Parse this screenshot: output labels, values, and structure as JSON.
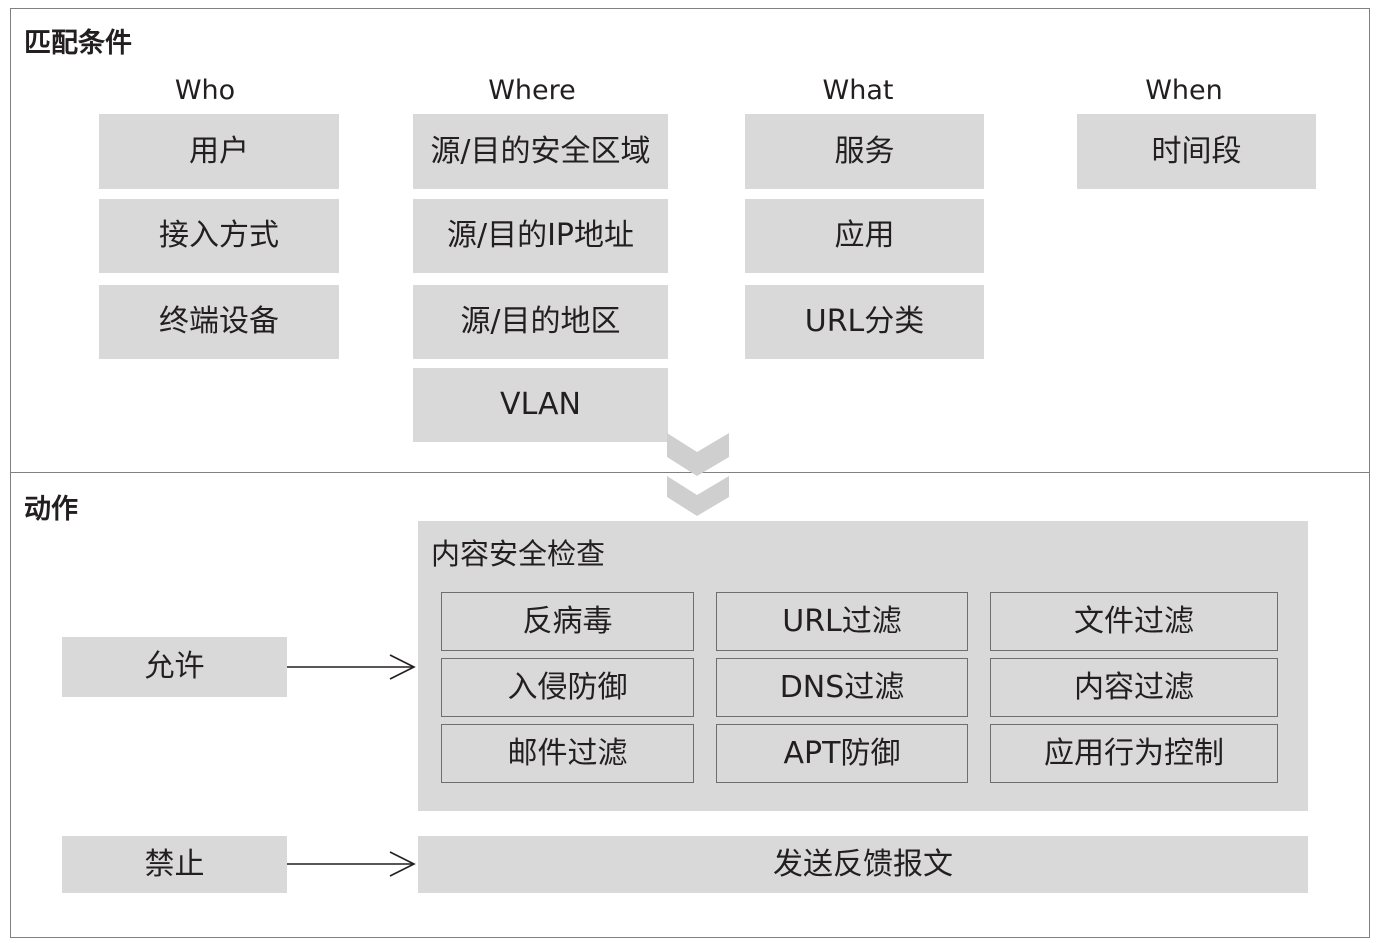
{
  "match": {
    "title": "匹配条件",
    "columns": [
      {
        "header": "Who",
        "items": [
          "用户",
          "接入方式",
          "终端设备"
        ]
      },
      {
        "header": "Where",
        "items": [
          "源/目的安全区域",
          "源/目的IP地址",
          "源/目的地区",
          "VLAN"
        ]
      },
      {
        "header": "What",
        "items": [
          "服务",
          "应用",
          "URL分类"
        ]
      },
      {
        "header": "When",
        "items": [
          "时间段"
        ]
      }
    ]
  },
  "action": {
    "title": "动作",
    "allow": "允许",
    "deny": "禁止",
    "inspection": {
      "title": "内容安全检查",
      "cells": [
        "反病毒",
        "URL过滤",
        "文件过滤",
        "入侵防御",
        "DNS过滤",
        "内容过滤",
        "邮件过滤",
        "APT防御",
        "应用行为控制"
      ]
    },
    "feedback": "发送反馈报文"
  }
}
